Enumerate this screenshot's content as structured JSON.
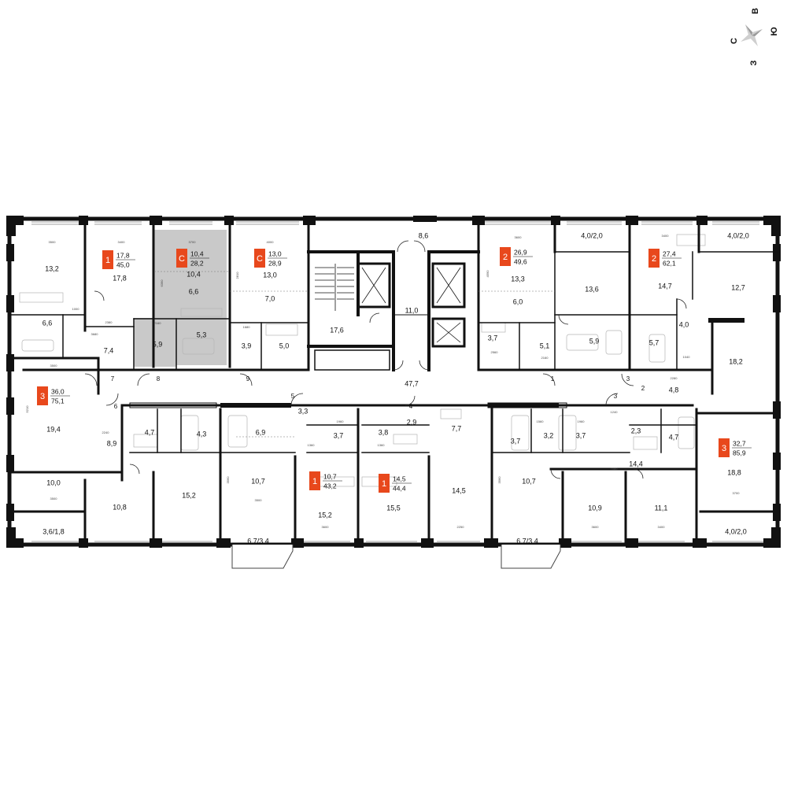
{
  "colors": {
    "accent": "#e8481c",
    "wall": "#111111",
    "highlight": "#c9c9c9"
  },
  "compass": {
    "n": "С",
    "e": "В",
    "s": "Ю",
    "w": "З"
  },
  "apartments": [
    {
      "type": "1",
      "living": "17,8",
      "total": "45,0"
    },
    {
      "type": "С",
      "living": "10,4",
      "total": "28,2"
    },
    {
      "type": "С",
      "living": "13,0",
      "total": "28,9"
    },
    {
      "type": "2",
      "living": "26,9",
      "total": "49,6"
    },
    {
      "type": "2",
      "living": "27,4",
      "total": "62,1"
    },
    {
      "type": "3",
      "living": "36,0",
      "total": "75,1"
    },
    {
      "type": "1",
      "living": "10,7",
      "total": "43,2"
    },
    {
      "type": "1",
      "living": "14,5",
      "total": "44,4"
    },
    {
      "type": "3",
      "living": "32,7",
      "total": "85,9"
    }
  ],
  "rooms": [
    "13,2",
    "6,6",
    "17,8",
    "7,4",
    "10,4",
    "6,6",
    "5,3",
    "5,9",
    "13,0",
    "7,0",
    "3,9",
    "5,0",
    "8,6",
    "17,6",
    "11,0",
    "47,7",
    "13,3",
    "6,0",
    "3,7",
    "5,1",
    "5,9",
    "4,0/2,0",
    "13,6",
    "14,7",
    "4,0/2,0",
    "12,7",
    "5,7",
    "4,0",
    "18,2",
    "4,8",
    "19,4",
    "8,9",
    "10,0",
    "3,6/1,8",
    "4,7",
    "4,3",
    "10,8",
    "15,2",
    "6,9",
    "10,7",
    "3,3",
    "3,7",
    "6,7/3,4",
    "15,2",
    "3,8",
    "2,9",
    "15,5",
    "7,7",
    "14,5",
    "3,7",
    "3,2",
    "3,7",
    "10,7",
    "6,7/3,4",
    "2,3",
    "4,7",
    "14,4",
    "10,9",
    "11,1",
    "18,8",
    "4,0/2,0"
  ],
  "dims": [
    "3500",
    "3400",
    "3700",
    "4000",
    "3600",
    "3400",
    "1000",
    "2380",
    "3680",
    "2160",
    "1680",
    "2560",
    "2160",
    "1040",
    "2280",
    "2240",
    "3500",
    "3500",
    "1960",
    "1360",
    "1560",
    "1960",
    "1360",
    "3600",
    "2250",
    "3500",
    "3600",
    "3400",
    "3700",
    "7080",
    "1240",
    "4590",
    "6390",
    "2810",
    "5210",
    "3560",
    "3560"
  ],
  "door_numbers": [
    "7",
    "8",
    "9",
    "6",
    "5",
    "4",
    "1",
    "2",
    "3",
    "3"
  ]
}
